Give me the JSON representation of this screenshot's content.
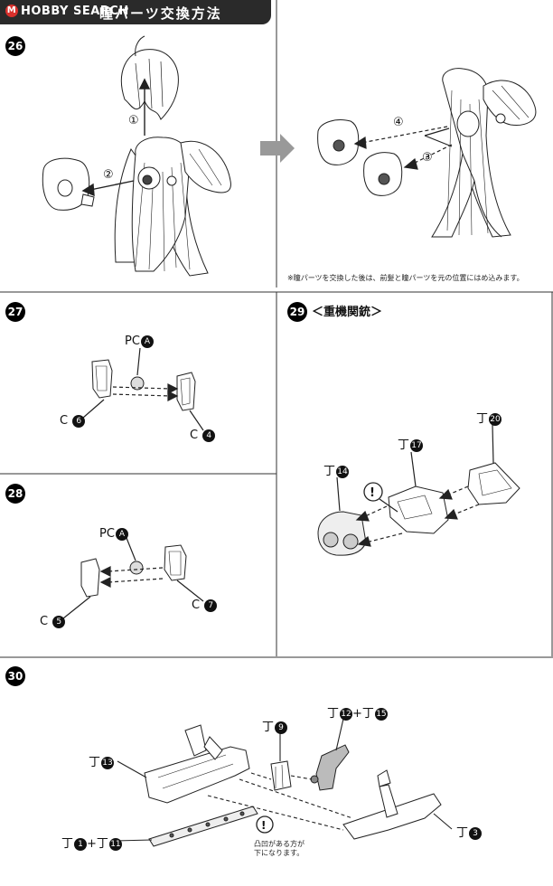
{
  "banner": {
    "logo": "HOBBY SEARCH",
    "title": "瞳パーツ交換方法"
  },
  "steps": {
    "s26": "26",
    "s27": "27",
    "s28": "28",
    "s29": "29",
    "s30": "30"
  },
  "section26": {
    "arrow_numbers": [
      "①",
      "②",
      "③",
      "④"
    ],
    "note": "※瞳パーツを交換した後は、前髪と瞳パーツを元の位置にはめ込みます。"
  },
  "section27": {
    "parts": {
      "pc": "PC",
      "pc_id": "A",
      "c_left": "C",
      "c_left_id": "6",
      "c_right": "C",
      "c_right_id": "4"
    }
  },
  "section28": {
    "parts": {
      "pc": "PC",
      "pc_id": "A",
      "c_left": "C",
      "c_left_id": "5",
      "c_right": "C",
      "c_right_id": "7"
    }
  },
  "section29": {
    "heading": "＜重機関銃＞",
    "parts": {
      "a": "丁",
      "a_id": "14",
      "b": "丁",
      "b_id": "17",
      "c": "丁",
      "c_id": "20"
    }
  },
  "section30": {
    "parts": {
      "p13": "丁",
      "p13_id": "13",
      "p9": "丁",
      "p9_id": "9",
      "p12": "丁",
      "p12_id": "12",
      "p15": "丁",
      "p15_id": "15",
      "p3": "丁",
      "p3_id": "3",
      "p1": "丁",
      "p1_id": "1",
      "p11": "丁",
      "p11_id": "11",
      "plus": "+"
    },
    "warning_line1": "凸凹がある方が",
    "warning_line2": "下になります。"
  }
}
